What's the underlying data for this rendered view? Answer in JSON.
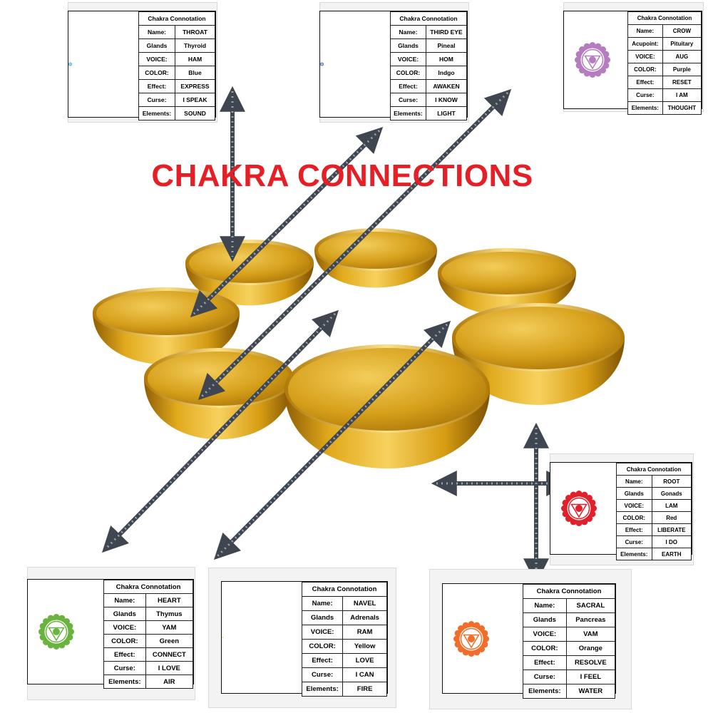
{
  "title": {
    "text": "CHAKRA CONNECTIONS",
    "color": "#e61e25"
  },
  "colors": {
    "arrow": "#3f4650",
    "arrow_dot": "#9aa3ad",
    "gold": "#d8a514",
    "gold_light": "#f6d56a",
    "gold_dark": "#9b6a05"
  },
  "cards": [
    {
      "id": "throat",
      "symbol": "throat-chakra-icon",
      "color": "#2196b8",
      "header": "Chakra Connotation",
      "rows": [
        {
          "label": "Name:",
          "value": "THROAT"
        },
        {
          "label": "Glands",
          "value": "Thyroid"
        },
        {
          "label": "VOICE:",
          "value": "HAM"
        },
        {
          "label": "COLOR:",
          "value": "Blue"
        },
        {
          "label": "Effect:",
          "value": "EXPRESS"
        },
        {
          "label": "Curse:",
          "value": "I SPEAK"
        },
        {
          "label": "Elements:",
          "value": "SOUND"
        }
      ]
    },
    {
      "id": "third-eye",
      "symbol": "third-eye-chakra-icon",
      "color": "#1f4f8f",
      "header": "Chakra Connotation",
      "rows": [
        {
          "label": "Name:",
          "value": "THIRD EYE"
        },
        {
          "label": "Glands",
          "value": "Pineal"
        },
        {
          "label": "VOICE:",
          "value": "HOM"
        },
        {
          "label": "COLOR:",
          "value": "Indgo"
        },
        {
          "label": "Effect:",
          "value": "AWAKEN"
        },
        {
          "label": "Curse:",
          "value": "I KNOW"
        },
        {
          "label": "Elements:",
          "value": "LIGHT"
        }
      ]
    },
    {
      "id": "crown",
      "symbol": "crown-chakra-icon",
      "color": "#b57cc0",
      "header": "Chakra Connotation",
      "rows": [
        {
          "label": "Name:",
          "value": "CROW"
        },
        {
          "label": "Acupoint:",
          "value": "Pituitary"
        },
        {
          "label": "VOICE:",
          "value": "AUG"
        },
        {
          "label": "COLOR:",
          "value": "Purple"
        },
        {
          "label": "Effect:",
          "value": "RESET"
        },
        {
          "label": "Curse:",
          "value": "I AM"
        },
        {
          "label": "Elements:",
          "value": "THOUGHT"
        }
      ]
    },
    {
      "id": "root",
      "symbol": "root-chakra-icon",
      "color": "#e0202a",
      "header": "Chakra Connotation",
      "rows": [
        {
          "label": "Name:",
          "value": "ROOT"
        },
        {
          "label": "Glands",
          "value": "Gonads"
        },
        {
          "label": "VOICE:",
          "value": "LAM"
        },
        {
          "label": "COLOR:",
          "value": "Red"
        },
        {
          "label": "Effect:",
          "value": "LIBERATE"
        },
        {
          "label": "Curse:",
          "value": "I DO"
        },
        {
          "label": "Elements:",
          "value": "EARTH"
        }
      ]
    },
    {
      "id": "heart",
      "symbol": "heart-chakra-icon",
      "color": "#6ab33e",
      "header": "Chakra Connotation",
      "rows": [
        {
          "label": "Name:",
          "value": "HEART"
        },
        {
          "label": "Glands",
          "value": "Thymus"
        },
        {
          "label": "VOICE:",
          "value": "YAM"
        },
        {
          "label": "COLOR:",
          "value": "Green"
        },
        {
          "label": "Effect:",
          "value": "CONNECT"
        },
        {
          "label": "Curse:",
          "value": "I LOVE"
        },
        {
          "label": "Elements:",
          "value": "AIR"
        }
      ]
    },
    {
      "id": "navel",
      "symbol": "navel-chakra-icon",
      "color": "#e8b31c",
      "header": "Chakra Connotation",
      "rows": [
        {
          "label": "Name:",
          "value": "NAVEL"
        },
        {
          "label": "Glands",
          "value": "Adrenals"
        },
        {
          "label": "VOICE:",
          "value": "RAM"
        },
        {
          "label": "COLOR:",
          "value": "Yellow"
        },
        {
          "label": "Effect:",
          "value": "LOVE"
        },
        {
          "label": "Curse:",
          "value": "I CAN"
        },
        {
          "label": "Elements:",
          "value": "FIRE"
        }
      ]
    },
    {
      "id": "sacral",
      "symbol": "sacral-chakra-icon",
      "color": "#f06d2a",
      "header": "Chakra Connotation",
      "rows": [
        {
          "label": "Name:",
          "value": "SACRAL"
        },
        {
          "label": "Glands",
          "value": "Pancreas"
        },
        {
          "label": "VOICE:",
          "value": "VAM"
        },
        {
          "label": "COLOR:",
          "value": "Orange"
        },
        {
          "label": "Effect:",
          "value": "RESOLVE"
        },
        {
          "label": "Curse:",
          "value": "I FEEL"
        },
        {
          "label": "Elements:",
          "value": "WATER"
        }
      ]
    }
  ]
}
